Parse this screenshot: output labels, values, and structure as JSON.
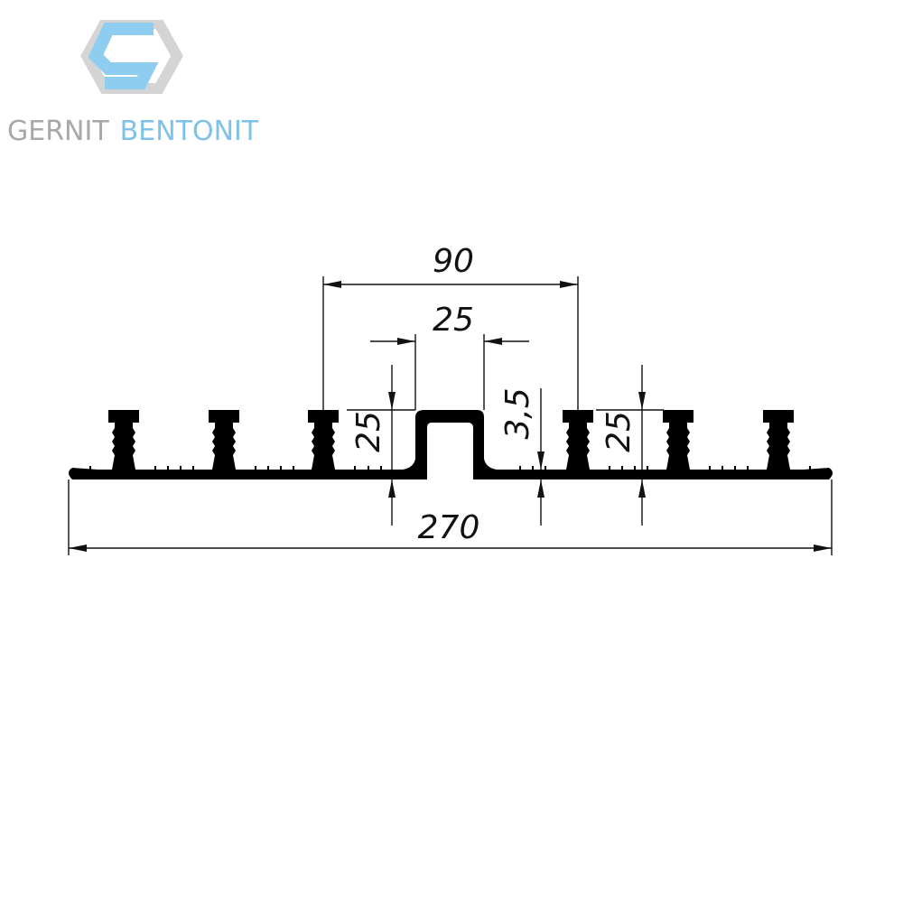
{
  "logo": {
    "word1": "GERNIT",
    "word2": "BENTONIT",
    "gray_color": "#a8a8a8",
    "blue_color": "#7cc2ea"
  },
  "dimensions": {
    "pitch": "90",
    "bulb_width": "25",
    "bulb_height": "25",
    "bulb_wall": "3,5",
    "rib_height": "25",
    "total_width": "270"
  },
  "colors": {
    "profile": "#000000",
    "lines": "#111111"
  }
}
